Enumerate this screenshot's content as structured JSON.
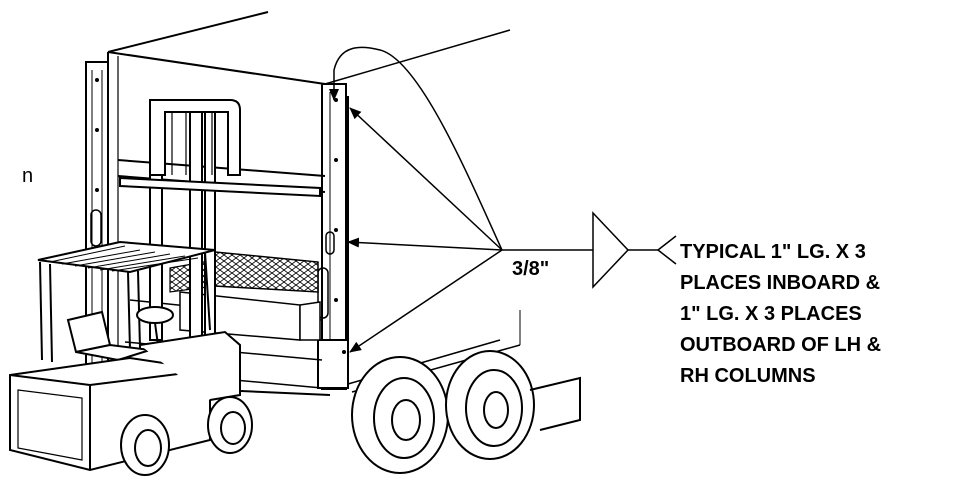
{
  "weld_symbol": {
    "size_label": "3/8\"",
    "note_lines": [
      "TYPICAL 1\" LG. X 3",
      "PLACES INBOARD &",
      "1\" LG. X 3 PLACES",
      "OUTBOARD OF LH &",
      "RH COLUMNS"
    ]
  },
  "margin_fragment": "n"
}
